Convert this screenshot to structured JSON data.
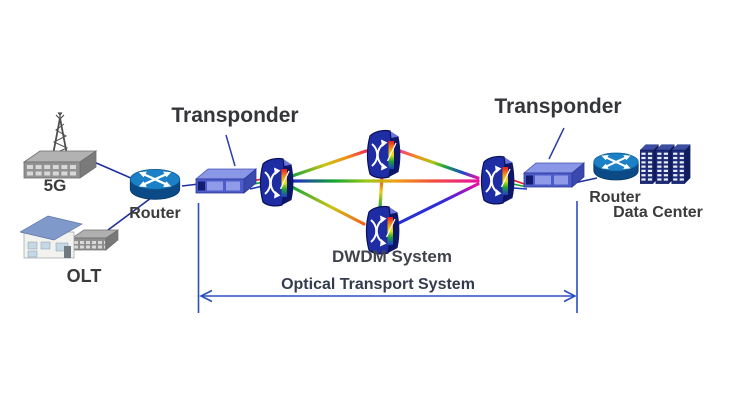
{
  "labels": {
    "transponder_left": "Transponder",
    "transponder_right": "Transponder",
    "five_g": "5G",
    "olt": "OLT",
    "router_left": "Router",
    "router_right": "Router",
    "data_center": "Data Center",
    "dwdm_system": "DWDM System",
    "optical_transport_system": "Optical Transport System"
  },
  "icons": {
    "five_g": "cell-tower-on-switch-icon",
    "olt": "building-with-switch-icon",
    "router": "cisco-router-cylinder-icon",
    "transponder": "transponder-box-icon",
    "dwdm_node": "wavelength-switch-node-icon",
    "data_center": "server-racks-icon"
  },
  "colors": {
    "background": "#ffffff",
    "label_dark": "#3b3b3b",
    "caption_dark": "#41444d",
    "bracket_blue": "#2b4ec2",
    "link_navy": "#1e2f9e",
    "node_front": "#1f2da4",
    "node_side": "#0d1668",
    "node_top": "#6b74da",
    "router_top": "#1c80c6",
    "router_body": "#0b4a86",
    "transponder_top": "#8a96e6",
    "transponder_front": "#4d5cc8",
    "rack_navy": "#1c2a78",
    "device_gray": "#8e8e8e",
    "spectrum": [
      "#ee1c1c",
      "#f2a014",
      "#e8e216",
      "#22a432",
      "#1c3ecc",
      "#ea12a2"
    ]
  }
}
